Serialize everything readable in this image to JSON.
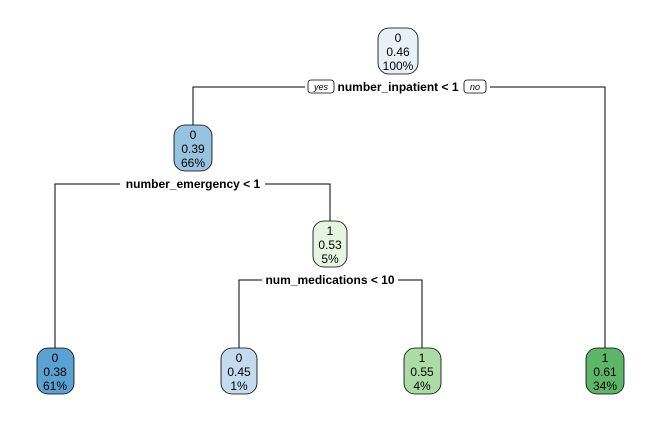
{
  "tree": {
    "nodes": [
      {
        "id": "root",
        "class_label": "0",
        "prob": "0.46",
        "pct": "100%",
        "fill": "#e8f0f8"
      },
      {
        "id": "left1",
        "class_label": "0",
        "prob": "0.39",
        "pct": "66%",
        "fill": "#97c3e0"
      },
      {
        "id": "right1",
        "class_label": "1",
        "prob": "0.53",
        "pct": "5%",
        "fill": "#e6f5e1"
      },
      {
        "id": "leaf1",
        "class_label": "0",
        "prob": "0.38",
        "pct": "61%",
        "fill": "#5aa2d2"
      },
      {
        "id": "leaf2",
        "class_label": "0",
        "prob": "0.45",
        "pct": "1%",
        "fill": "#c4daee"
      },
      {
        "id": "leaf3",
        "class_label": "1",
        "prob": "0.55",
        "pct": "4%",
        "fill": "#abdca5"
      },
      {
        "id": "leaf4",
        "class_label": "1",
        "prob": "0.61",
        "pct": "34%",
        "fill": "#5db667"
      }
    ],
    "splits": [
      {
        "id": "split-root",
        "label": "number_inpatient < 1"
      },
      {
        "id": "split-left1",
        "label": "number_emergency < 1"
      },
      {
        "id": "split-right1",
        "label": "num_medications < 10"
      }
    ],
    "yes_label": "yes",
    "no_label": "no"
  }
}
